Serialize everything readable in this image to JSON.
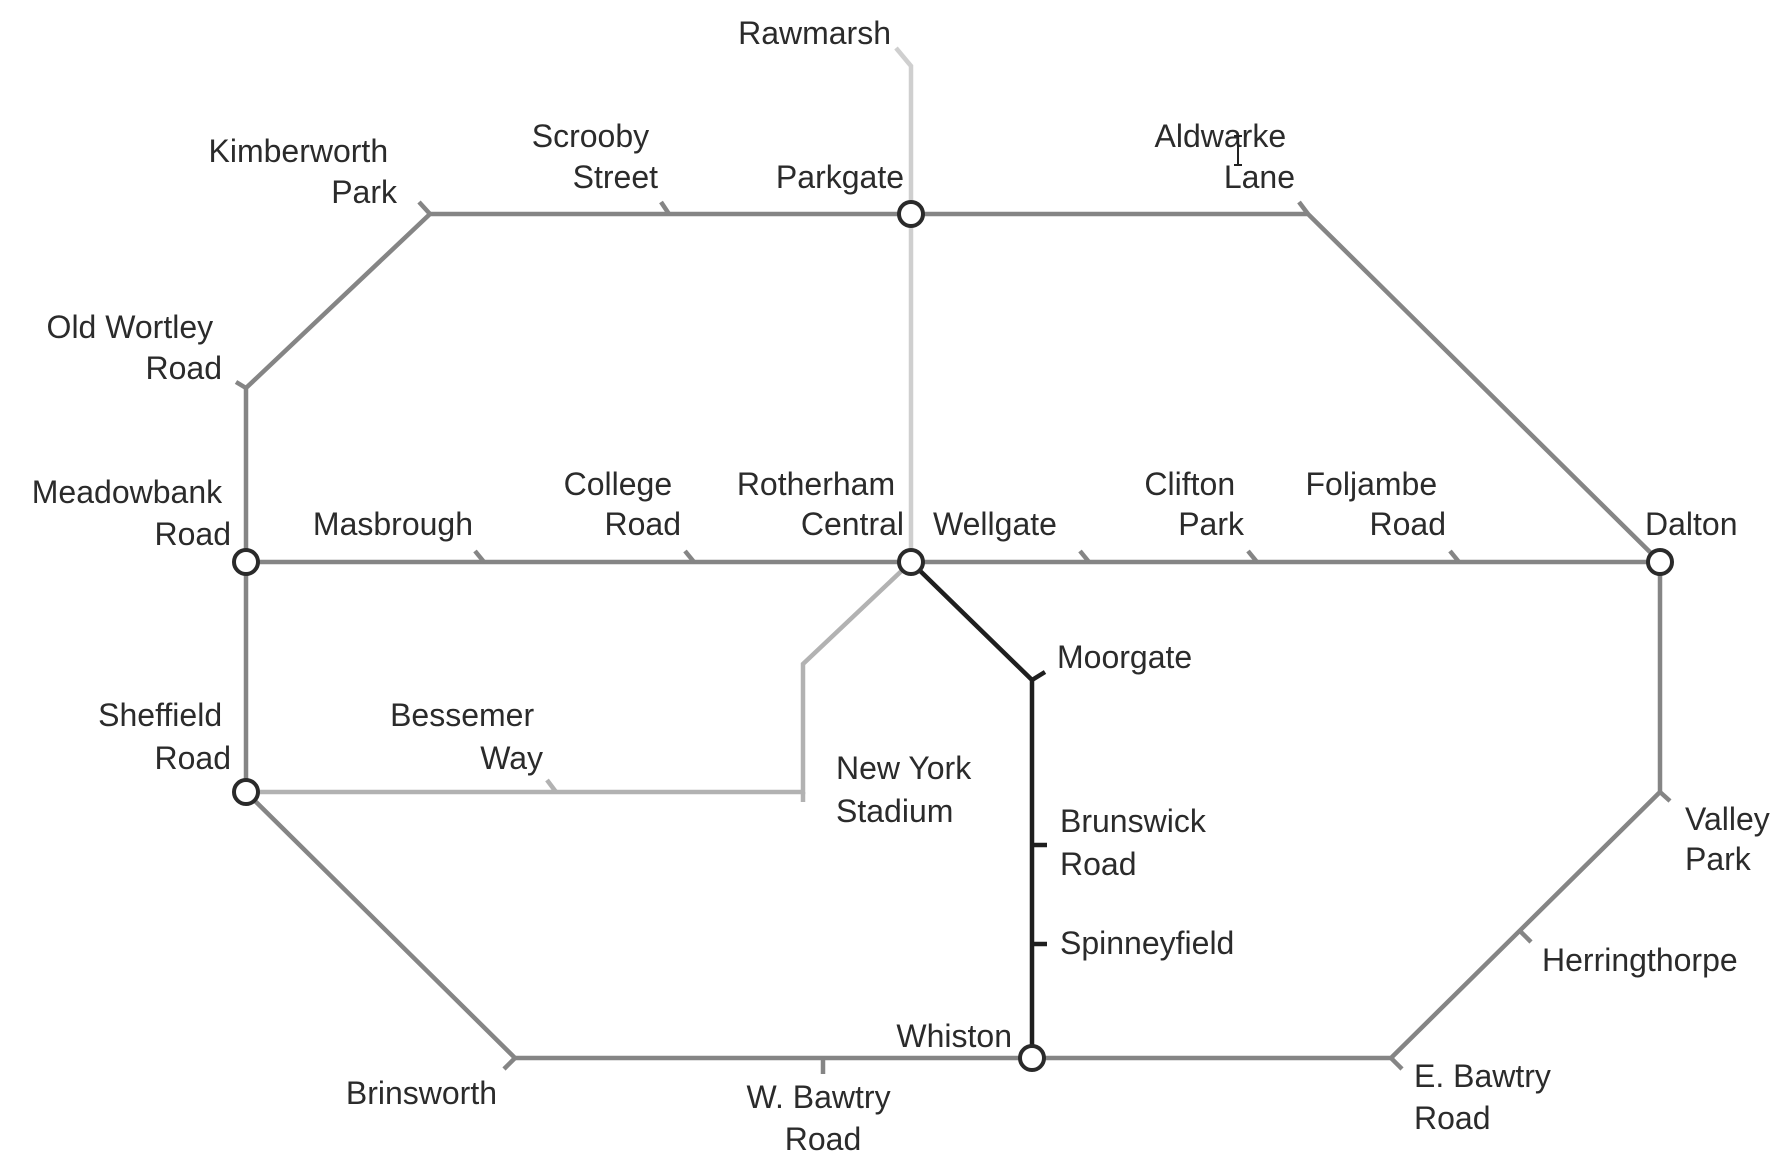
{
  "map": {
    "colors": {
      "main_line": "#858585",
      "light_line": "#b2b2b2",
      "pale_line": "#cfcfcf",
      "dark_line": "#1f1f1f",
      "label": "#2b2b2b"
    },
    "stations": {
      "rawmarsh": "Rawmarsh",
      "kimberworth_1": "Kimberworth",
      "kimberworth_2": "Park",
      "scrooby_1": "Scrooby",
      "scrooby_2": "Street",
      "parkgate": "Parkgate",
      "aldwarke_1": "Aldwarke",
      "aldwarke_2": "Lane",
      "old_wortley_1": "Old Wortley",
      "old_wortley_2": "Road",
      "meadowbank_1": "Meadowbank",
      "meadowbank_2": "Road",
      "masbrough": "Masbrough",
      "college_1": "College",
      "college_2": "Road",
      "rotherham_1": "Rotherham",
      "rotherham_2": "Central",
      "wellgate": "Wellgate",
      "clifton_1": "Clifton",
      "clifton_2": "Park",
      "foljambe_1": "Foljambe",
      "foljambe_2": "Road",
      "dalton": "Dalton",
      "moorgate": "Moorgate",
      "sheffield_1": "Sheffield",
      "sheffield_2": "Road",
      "bessemer_1": "Bessemer",
      "bessemer_2": "Way",
      "new_york_1": "New York",
      "new_york_2": "Stadium",
      "brunswick_1": "Brunswick",
      "brunswick_2": "Road",
      "spinneyfield": "Spinneyfield",
      "valley_1": "Valley",
      "valley_2": "Park",
      "herringthorpe": "Herringthorpe",
      "whiston": "Whiston",
      "brinsworth": "Brinsworth",
      "w_bawtry_1": "W. Bawtry",
      "w_bawtry_2": "Road",
      "e_bawtry_1": "E. Bawtry",
      "e_bawtry_2": "Road"
    }
  }
}
